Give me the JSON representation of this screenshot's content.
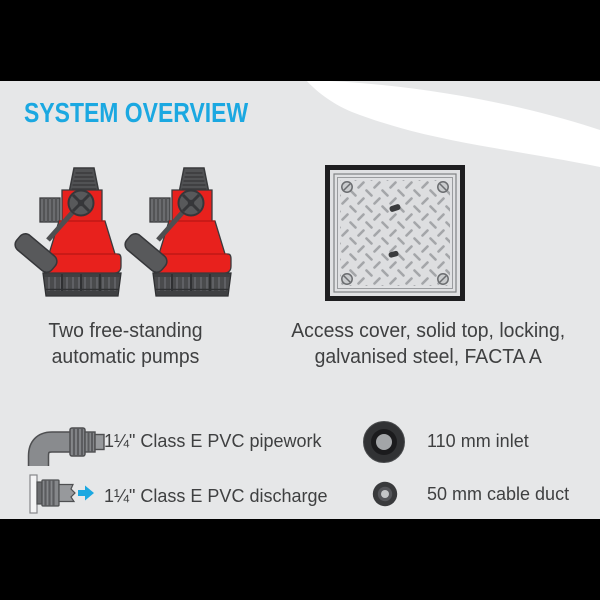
{
  "title": "SYSTEM OVERVIEW",
  "colors": {
    "accent_cyan": "#1BA8E1",
    "pump_red": "#E8211D",
    "background_gray": "#E6E7E8",
    "band_black": "#000000",
    "text_dark": "#3F4041"
  },
  "figures": {
    "pumps": {
      "icon": "submersible-pump-pair-illustration",
      "caption": [
        "Two free-standing",
        "automatic pumps"
      ]
    },
    "cover": {
      "icon": "access-cover-illustration",
      "caption": [
        "Access cover, solid top, locking,",
        "galvanised steel, FACTA A"
      ]
    }
  },
  "legend": {
    "pipework": {
      "icon": "elbow-fitting-icon",
      "label": "1¼\" Class E PVC pipework"
    },
    "discharge": {
      "icon": "discharge-fitting-icon",
      "label": "1¼\" Class E PVC discharge"
    },
    "inlet": {
      "icon": "inlet-grommet-icon",
      "label": "110 mm inlet"
    },
    "cable_duct": {
      "icon": "cable-duct-grommet-icon",
      "label": "50 mm cable duct"
    }
  }
}
